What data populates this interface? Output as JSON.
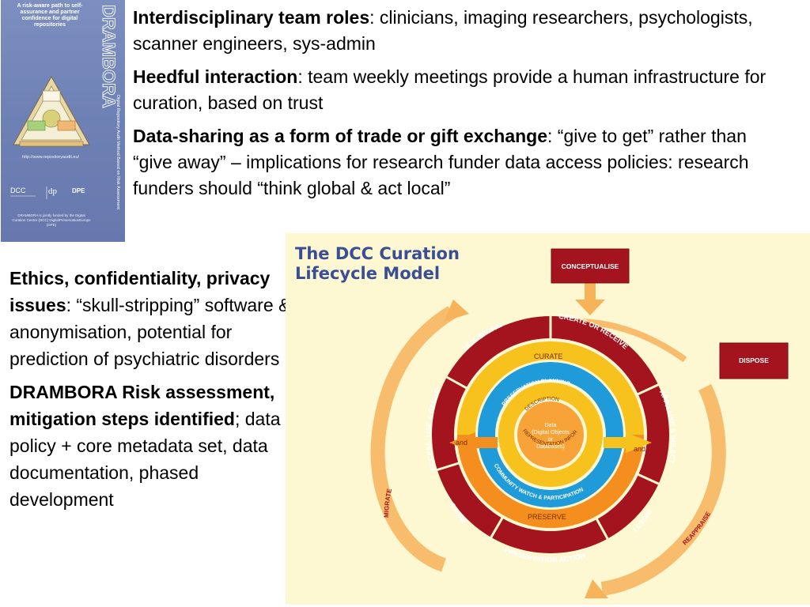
{
  "cover": {
    "subtitle": "A risk-aware path to self-assurance and partner confidence for digital repositories",
    "brand": "DRAMBORA",
    "spine_text": "Digital Repository Audit Method Based on Risk Assessment",
    "url": "http://www.repositoryaudit.eu/",
    "logos": [
      "DCC",
      "dp",
      "DPE"
    ],
    "small_text": "DRAMBORA is jointly funded by the Digital Curation Centre (DCC) DigitalPreservationEurope (DPE)"
  },
  "top": {
    "p1_bold": "Interdisciplinary team roles",
    "p1_rest": ": clinicians, imaging researchers, psychologists, scanner engineers, sys-admin",
    "p2_bold": "Heedful interaction",
    "p2_rest": ": team weekly meetings provide a human infrastructure for curation, based on trust",
    "p3_bold": "Data-sharing as a form of trade or gift exchange",
    "p3_rest": ": “give to get” rather than “give away” – implications for research funder data access policies: research funders should “think global & act local”"
  },
  "left": {
    "p1_bold": "Ethics, confidentiality, privacy issues",
    "p1_rest": ": “skull-stripping” software & anonymisation, potential for prediction of psychiatric disorders",
    "p2_bold": "DRAMBORA Risk assessment, mitigation steps identified",
    "p2_rest": "; data policy + core metadata set, data documentation, phased development"
  },
  "diagram": {
    "title_line1": "The DCC Curation",
    "title_line2": "Lifecycle Model",
    "conceptualise": "CONCEPTUALISE",
    "dispose": "DISPOSE",
    "transform": "TRANSFORM",
    "create_receive": "CREATE OR RECEIVE",
    "appraise_select": "APPRAISE & SELECT",
    "ingest": "INGEST",
    "preservation_action": "PRESERVATION ACTION",
    "store": "STORE",
    "access_use_reuse": "ACCESS, USE & REUSE",
    "migrate": "MIGRATE",
    "reappraise": "REAPPRAISE",
    "curate": "CURATE",
    "preserve": "PRESERVE",
    "and_left": "and",
    "and_right": "and",
    "preservation_planning": "PRESERVATION PLANNING",
    "community_watch": "COMMUNITY WATCH & PARTICIPATION",
    "description": "DESCRIPTION",
    "representation_information": "REPRESENTATION INFORMATION",
    "center_line1": "Data",
    "center_line2": "(Digital Objects",
    "center_line3": "or",
    "center_line4": "Databases)",
    "colors": {
      "outer_ring": "#a3141e",
      "curate_ring": "#f7c21d",
      "blue_ring": "#1f9bd9",
      "inner_orange": "#f48f1f",
      "core": "#f7a338",
      "title": "#3a4f93",
      "background": "#fdf7d2"
    }
  }
}
